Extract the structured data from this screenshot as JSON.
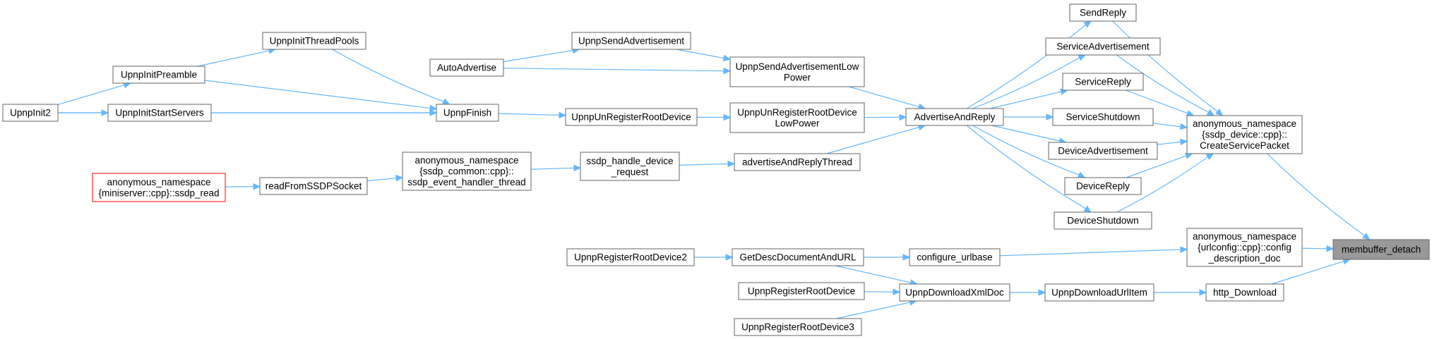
{
  "colors": {
    "edge": "#63b8ff",
    "node_border": "#666666",
    "root_fill": "#999999",
    "highlight_border": "#ff0000"
  },
  "nodes": [
    {
      "id": "membuffer_detach",
      "lines": [
        "membuffer_detach"
      ],
      "style": "root"
    },
    {
      "id": "CreateServicePacket",
      "lines": [
        "anonymous_namespace",
        "{ssdp_device::cpp}::",
        "CreateServicePacket"
      ]
    },
    {
      "id": "config_description_doc",
      "lines": [
        "anonymous_namespace",
        "{urlconfig::cpp}::config",
        "_description_doc"
      ]
    },
    {
      "id": "http_Download",
      "lines": [
        "http_Download"
      ]
    },
    {
      "id": "SendReply",
      "lines": [
        "SendReply"
      ]
    },
    {
      "id": "ServiceAdvertisement",
      "lines": [
        "ServiceAdvertisement"
      ]
    },
    {
      "id": "ServiceReply",
      "lines": [
        "ServiceReply"
      ]
    },
    {
      "id": "ServiceShutdown",
      "lines": [
        "ServiceShutdown"
      ]
    },
    {
      "id": "DeviceAdvertisement",
      "lines": [
        "DeviceAdvertisement"
      ]
    },
    {
      "id": "DeviceReply",
      "lines": [
        "DeviceReply"
      ]
    },
    {
      "id": "DeviceShutdown",
      "lines": [
        "DeviceShutdown"
      ]
    },
    {
      "id": "AdvertiseAndReply",
      "lines": [
        "AdvertiseAndReply"
      ]
    },
    {
      "id": "configure_urlbase",
      "lines": [
        "configure_urlbase"
      ]
    },
    {
      "id": "UpnpDownloadUrlItem",
      "lines": [
        "UpnpDownloadUrlItem"
      ]
    },
    {
      "id": "UpnpSendAdvertisementLowPower",
      "lines": [
        "UpnpSendAdvertisementLow",
        "Power"
      ]
    },
    {
      "id": "UpnpUnRegisterRootDeviceLowPower",
      "lines": [
        "UpnpUnRegisterRootDevice",
        "LowPower"
      ]
    },
    {
      "id": "advertiseAndReplyThread",
      "lines": [
        "advertiseAndReplyThread"
      ]
    },
    {
      "id": "GetDescDocumentAndURL",
      "lines": [
        "GetDescDocumentAndURL"
      ]
    },
    {
      "id": "UpnpDownloadXmlDoc",
      "lines": [
        "UpnpDownloadXmlDoc"
      ]
    },
    {
      "id": "UpnpSendAdvertisement",
      "lines": [
        "UpnpSendAdvertisement"
      ]
    },
    {
      "id": "AutoAdvertise",
      "lines": [
        "AutoAdvertise"
      ]
    },
    {
      "id": "UpnpUnRegisterRootDevice",
      "lines": [
        "UpnpUnRegisterRootDevice"
      ]
    },
    {
      "id": "ssdp_handle_device_request",
      "lines": [
        "ssdp_handle_device",
        "_request"
      ]
    },
    {
      "id": "UpnpRegisterRootDevice2",
      "lines": [
        "UpnpRegisterRootDevice2"
      ]
    },
    {
      "id": "UpnpRegisterRootDevice",
      "lines": [
        "UpnpRegisterRootDevice"
      ]
    },
    {
      "id": "UpnpRegisterRootDevice3",
      "lines": [
        "UpnpRegisterRootDevice3"
      ]
    },
    {
      "id": "UpnpFinish",
      "lines": [
        "UpnpFinish"
      ]
    },
    {
      "id": "ssdp_event_handler_thread",
      "lines": [
        "anonymous_namespace",
        "{ssdp_common::cpp}::",
        "ssdp_event_handler_thread"
      ]
    },
    {
      "id": "UpnpInitThreadPools",
      "lines": [
        "UpnpInitThreadPools"
      ]
    },
    {
      "id": "UpnpInitPreamble",
      "lines": [
        "UpnpInitPreamble"
      ]
    },
    {
      "id": "UpnpInitStartServers",
      "lines": [
        "UpnpInitStartServers"
      ]
    },
    {
      "id": "readFromSSDPSocket",
      "lines": [
        "readFromSSDPSocket"
      ]
    },
    {
      "id": "ssdp_read",
      "lines": [
        "anonymous_namespace",
        "{miniserver::cpp}::ssdp_read"
      ],
      "style": "red"
    },
    {
      "id": "UpnpInit2",
      "lines": [
        "UpnpInit2"
      ]
    }
  ],
  "edges": [
    [
      "membuffer_detach",
      "CreateServicePacket"
    ],
    [
      "membuffer_detach",
      "config_description_doc"
    ],
    [
      "membuffer_detach",
      "http_Download"
    ],
    [
      "CreateServicePacket",
      "SendReply"
    ],
    [
      "CreateServicePacket",
      "ServiceAdvertisement"
    ],
    [
      "CreateServicePacket",
      "ServiceReply"
    ],
    [
      "CreateServicePacket",
      "ServiceShutdown"
    ],
    [
      "CreateServicePacket",
      "DeviceAdvertisement"
    ],
    [
      "CreateServicePacket",
      "DeviceReply"
    ],
    [
      "CreateServicePacket",
      "DeviceShutdown"
    ],
    [
      "SendReply",
      "AdvertiseAndReply"
    ],
    [
      "ServiceAdvertisement",
      "AdvertiseAndReply"
    ],
    [
      "ServiceReply",
      "AdvertiseAndReply"
    ],
    [
      "ServiceShutdown",
      "AdvertiseAndReply"
    ],
    [
      "DeviceAdvertisement",
      "AdvertiseAndReply"
    ],
    [
      "DeviceReply",
      "AdvertiseAndReply"
    ],
    [
      "DeviceShutdown",
      "AdvertiseAndReply"
    ],
    [
      "config_description_doc",
      "configure_urlbase"
    ],
    [
      "http_Download",
      "UpnpDownloadUrlItem"
    ],
    [
      "AdvertiseAndReply",
      "UpnpSendAdvertisementLowPower"
    ],
    [
      "AdvertiseAndReply",
      "UpnpUnRegisterRootDeviceLowPower"
    ],
    [
      "AdvertiseAndReply",
      "advertiseAndReplyThread"
    ],
    [
      "configure_urlbase",
      "GetDescDocumentAndURL"
    ],
    [
      "UpnpDownloadUrlItem",
      "UpnpDownloadXmlDoc"
    ],
    [
      "UpnpSendAdvertisementLowPower",
      "UpnpSendAdvertisement"
    ],
    [
      "UpnpSendAdvertisementLowPower",
      "AutoAdvertise"
    ],
    [
      "UpnpUnRegisterRootDeviceLowPower",
      "UpnpUnRegisterRootDevice"
    ],
    [
      "advertiseAndReplyThread",
      "ssdp_handle_device_request"
    ],
    [
      "GetDescDocumentAndURL",
      "UpnpRegisterRootDevice2"
    ],
    [
      "UpnpDownloadXmlDoc",
      "GetDescDocumentAndURL"
    ],
    [
      "UpnpDownloadXmlDoc",
      "UpnpRegisterRootDevice"
    ],
    [
      "UpnpDownloadXmlDoc",
      "UpnpRegisterRootDevice3"
    ],
    [
      "UpnpSendAdvertisement",
      "AutoAdvertise"
    ],
    [
      "UpnpUnRegisterRootDevice",
      "UpnpFinish"
    ],
    [
      "ssdp_handle_device_request",
      "ssdp_event_handler_thread"
    ],
    [
      "UpnpFinish",
      "UpnpInitThreadPools"
    ],
    [
      "UpnpFinish",
      "UpnpInitPreamble"
    ],
    [
      "UpnpFinish",
      "UpnpInitStartServers"
    ],
    [
      "UpnpFinish",
      "UpnpInit2"
    ],
    [
      "ssdp_event_handler_thread",
      "readFromSSDPSocket"
    ],
    [
      "UpnpInitThreadPools",
      "UpnpInitPreamble"
    ],
    [
      "UpnpInitPreamble",
      "UpnpInit2"
    ],
    [
      "UpnpInitStartServers",
      "UpnpInit2"
    ],
    [
      "readFromSSDPSocket",
      "ssdp_read"
    ]
  ]
}
